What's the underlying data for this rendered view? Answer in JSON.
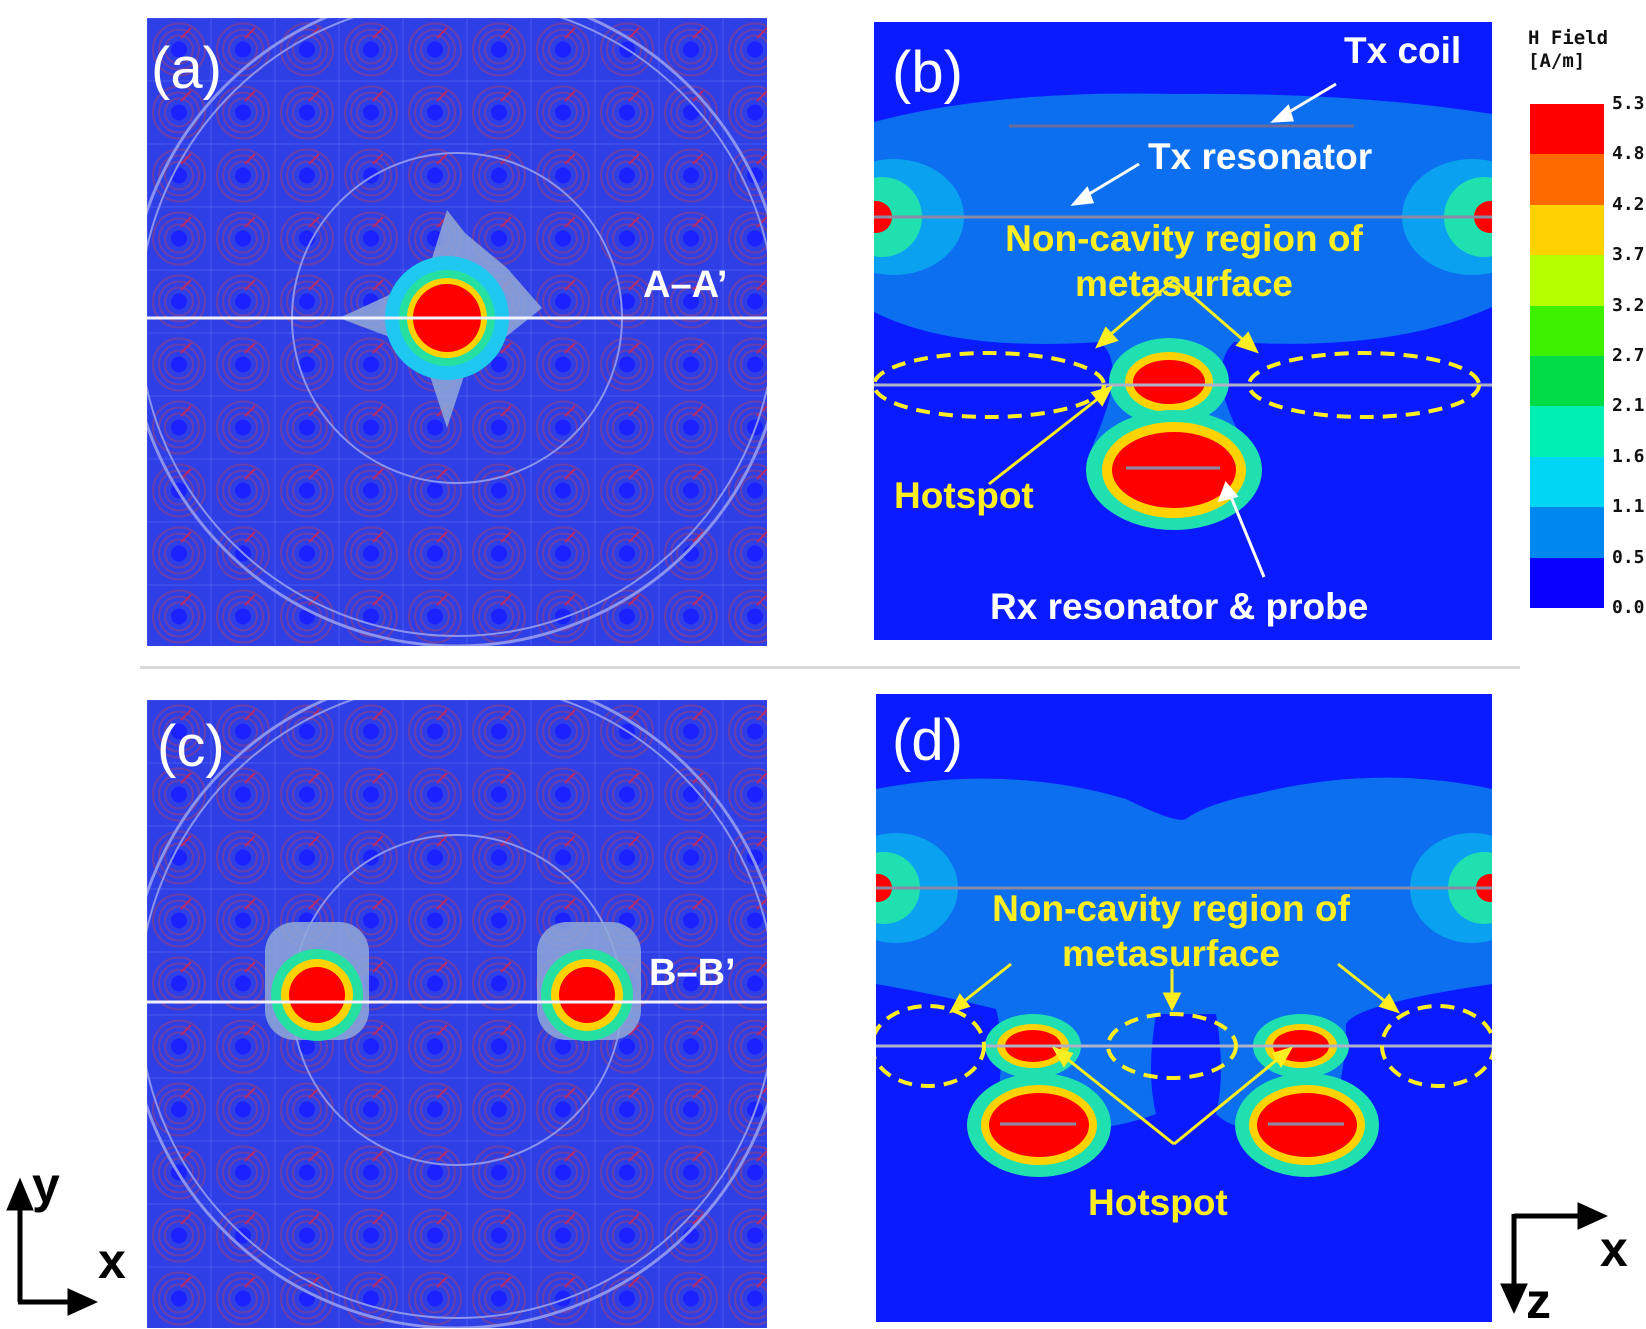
{
  "figure": {
    "panels": {
      "a": {
        "label": "(a)",
        "section": "A–A’"
      },
      "b": {
        "label": "(b)",
        "tx_coil": "Tx coil",
        "tx_resonator": "Tx resonator",
        "noncavity_line1": "Non-cavity region of",
        "noncavity_line2": "metasurface",
        "hotspot": "Hotspot",
        "rx": "Rx resonator & probe"
      },
      "c": {
        "label": "(c)",
        "section": "B–B’"
      },
      "d": {
        "label": "(d)",
        "noncavity_line1": "Non-cavity region of",
        "noncavity_line2": "metasurface",
        "hotspot": "Hotspot"
      }
    },
    "colorbar": {
      "title_line1": "H Field",
      "title_line2": "[A/m]",
      "ticks": [
        "5.3",
        "4.8",
        "4.2",
        "3.7",
        "3.2",
        "2.7",
        "2.1",
        "1.6",
        "1.1",
        "0.5",
        "0.0"
      ],
      "colors": [
        "#ff0000",
        "#ff6a00",
        "#ffd200",
        "#b4ff00",
        "#3cf000",
        "#00dc46",
        "#00f0b4",
        "#00d7f5",
        "#0087f0",
        "#0a00ff"
      ]
    },
    "axes_top_view": {
      "up": "y",
      "right": "x"
    },
    "axes_side_view": {
      "right": "x",
      "down": "z"
    },
    "palette": {
      "background_blue": "#0a1bff",
      "metasurface_blue": "#2e3fe6",
      "field_low": "#0b6ff0",
      "field_mid": "#23c6f0",
      "hotspot_red": "#ff0000",
      "annotation_yellow": "#ffef22"
    }
  }
}
